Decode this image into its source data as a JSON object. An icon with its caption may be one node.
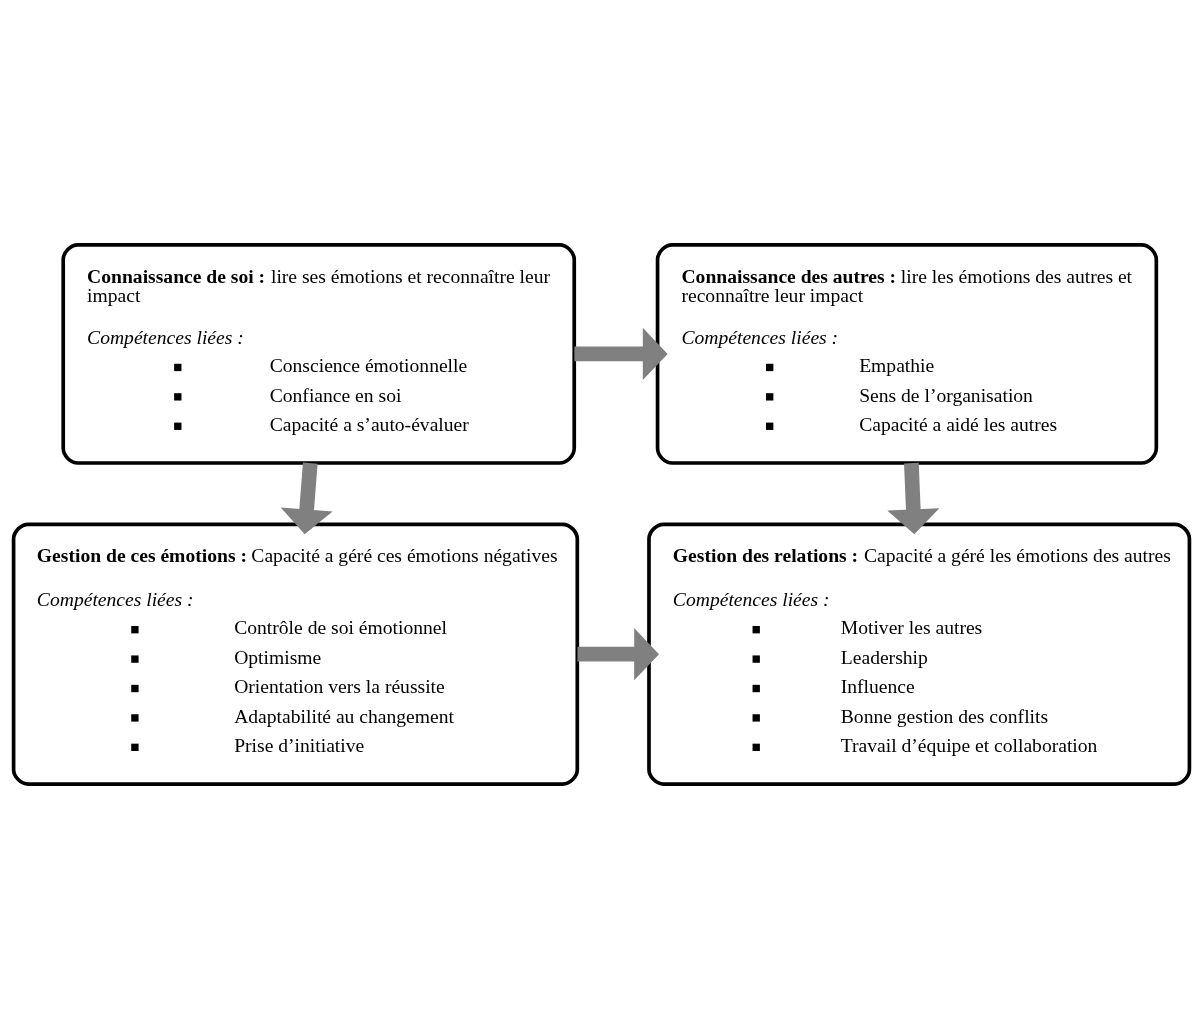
{
  "diagram": {
    "nodes": [
      {
        "text": [
          "**Connaissance de soi :** lire ses émotions et reconnaître leur impact",
          "Compétences liées :",
          "Conscience émotionnelle",
          "Confiance en soi",
          "Capacité a s’auto-évaluer"
        ]
      },
      {
        "text": [
          "**Connaissance des autres :** lire les émotions des autres et reconnaître leur impact",
          "Compétences liées :",
          "Empathie",
          "Sens de l’organisation",
          "Capacité a aidé les autres"
        ]
      },
      {
        "text": [
          "**Gestion de ces émotions :** Capacité a géré ces émotions négatives",
          "Compétences liées :",
          "Contrôle de soi émotionnel",
          "Optimisme",
          "Orientation vers la réussite",
          "Adaptabilité au changement",
          "Prise d’initiative"
        ]
      },
      {
        "text": [
          "**Gestion des relations :** Capacité a géré les émotions des autres",
          "Compétences liées :",
          "Motiver les autres",
          "Leadership",
          "Influence",
          "Bonne gestion des conflits",
          "Travail d’équipe et collaboration"
        ]
      }
    ],
    "edges": [
      {
        "from": 0,
        "to": 1,
        "arrow": "to"
      },
      {
        "from": 0,
        "to": 2,
        "arrow": "to"
      },
      {
        "from": 1,
        "to": 3,
        "arrow": "to"
      },
      {
        "from": 2,
        "to": 3,
        "arrow": "to"
      }
    ]
  }
}
